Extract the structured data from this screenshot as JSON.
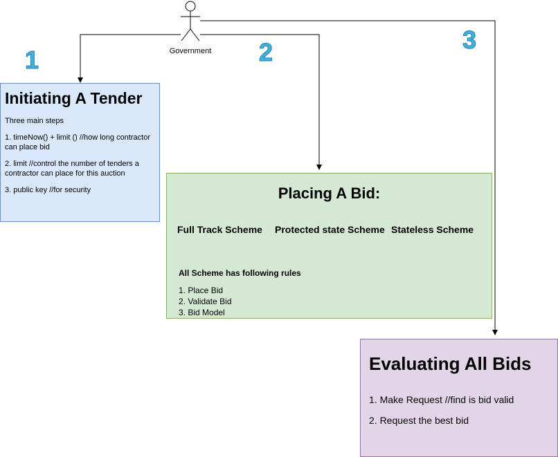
{
  "actor": {
    "icon": "stick-figure-actor-icon",
    "label": "Government"
  },
  "step_numbers": [
    "1",
    "2",
    "3"
  ],
  "colors": {
    "step_number": "#43b1e0",
    "blue_box_fill": "#dae8fc",
    "blue_box_border": "#6c8ebf",
    "green_box_fill": "#d5e8d4",
    "green_box_border": "#82b366",
    "purple_box_fill": "#e1d5e7",
    "purple_box_border": "#9673a6",
    "connector": "#000000"
  },
  "tender_box": {
    "title": "Initiating A Tender",
    "intro": "Three main steps",
    "items": [
      "1. timeNow() + limit () //how long contractor can place bid",
      "2. limit //control the number of tenders a contractor can place for this auction",
      "3. public key //for security"
    ]
  },
  "bid_box": {
    "title": "Placing A Bid:",
    "schemes": [
      "Full Track Scheme",
      "Protected state Scheme",
      "Stateless Scheme"
    ],
    "rules_heading": "All Scheme has following rules",
    "rules": [
      "1. Place Bid",
      "2. Validate Bid",
      "3. Bid Model"
    ]
  },
  "evaluate_box": {
    "title": "Evaluating All Bids",
    "items": [
      "1. Make Request //find is bid valid",
      "2. Request the best bid"
    ]
  }
}
